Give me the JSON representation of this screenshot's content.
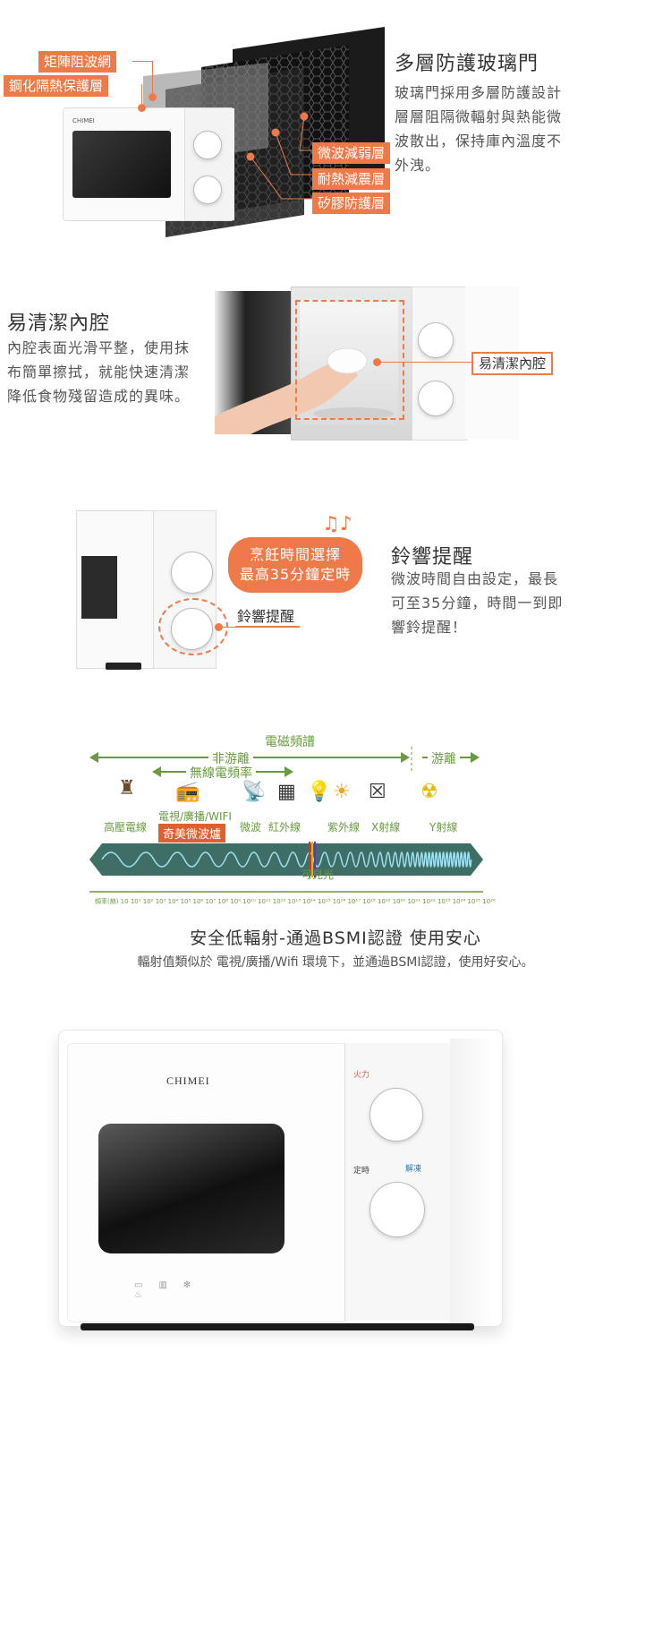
{
  "section1": {
    "tags_left": [
      "矩陣阻波網",
      "鋼化隔熱保護層"
    ],
    "tags_right": [
      "微波減弱層",
      "耐熱減震層",
      "矽膠防護層"
    ],
    "brand": "CHIMEI",
    "title": "多層防護玻璃門",
    "desc": [
      "玻璃門採用多層防護設計",
      "層層阻隔微輻射與熱能微",
      "波散出，保持庫內溫度不",
      "外洩。"
    ]
  },
  "section2": {
    "title": "易清潔內腔",
    "desc": [
      "內腔表面光滑平整，使用抹",
      "布簡單擦拭，就能快速清潔",
      "降低食物殘留造成的異味。"
    ],
    "tag": "易清潔內腔"
  },
  "section3": {
    "bubble": [
      "烹飪時間選擇",
      "最高35分鐘定時"
    ],
    "tag": "鈴響提醒",
    "title": "鈴響提醒",
    "desc": [
      "微波時間自由設定，最長",
      "可至35分鐘，時間一到即",
      "響鈴提醒！"
    ]
  },
  "spectrum": {
    "title": "電磁頻譜",
    "non_ionizing": "非游離",
    "ionizing": "游離",
    "wireless": "無線電頻率",
    "items": [
      "高壓電線",
      "電視/廣播/WIFI",
      "微波",
      "紅外線",
      "紫外線",
      "X射線",
      "Y射線"
    ],
    "highlight": "奇美微波爐",
    "visible": "可見光",
    "freq_label": "頻率(赫) 10 10¹ 10² 10³ 10⁴ 10⁵ 10⁶ 10⁷ 10⁸ 10⁹ 10¹⁰ 10¹¹ 10¹² 10¹³ 10¹⁴ 10¹⁵ 10¹⁶ 10¹⁷ 10¹⁸ 10¹⁹ 10²⁰ 10²¹ 10²² 10²³ 10²⁴ 10²⁵ 10²⁶",
    "colors": {
      "green": "#6a9b41",
      "wave": "#3e6e66",
      "highlight": "#e15f2f"
    }
  },
  "section4": {
    "title": "安全低輻射-通過BSMI認證 使用安心",
    "desc": "輻射值類似於 電視/廣播/Wifi 環境下，並通過BSMI認證，使用好安心。"
  },
  "product": {
    "brand": "CHIMEI",
    "panel_labels": [
      "火力",
      "定時",
      "解凍"
    ]
  },
  "colors": {
    "accent": "#ee7a4a"
  }
}
